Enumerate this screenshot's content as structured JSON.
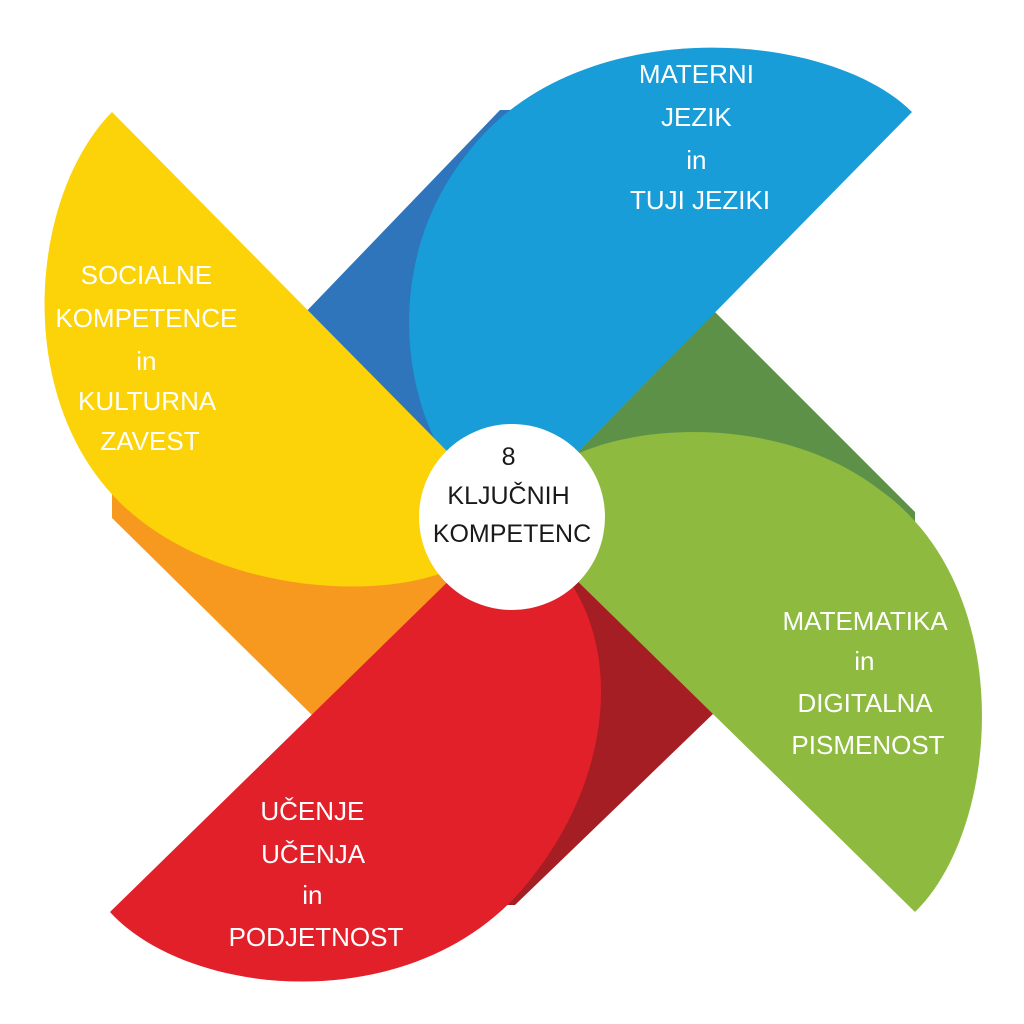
{
  "center": {
    "lines": [
      "8",
      "KLJUČNIH",
      "KOMPETENC"
    ]
  },
  "blades": [
    {
      "key": "blue",
      "lines": [
        "MATERNI",
        "JEZIK",
        "in",
        "TUJI JEZIKI"
      ],
      "color": "#189DD8",
      "shadow_color": "#2E75BC"
    },
    {
      "key": "green",
      "lines": [
        "MATEMATIKA",
        "in",
        "DIGITALNA",
        "PISMENOST"
      ],
      "color": "#8DBA3F",
      "shadow_color": "#5D9148"
    },
    {
      "key": "red",
      "lines": [
        "UČENJE",
        "UČENJA",
        "in",
        "PODJETNOST"
      ],
      "color": "#E2202A",
      "shadow_color": "#A51E23"
    },
    {
      "key": "yellow",
      "lines": [
        "SOCIALNE",
        "KOMPETENCE",
        "in",
        "KULTURNA",
        "ZAVEST"
      ],
      "color": "#FBD308",
      "shadow_color": "#F7991E"
    }
  ]
}
